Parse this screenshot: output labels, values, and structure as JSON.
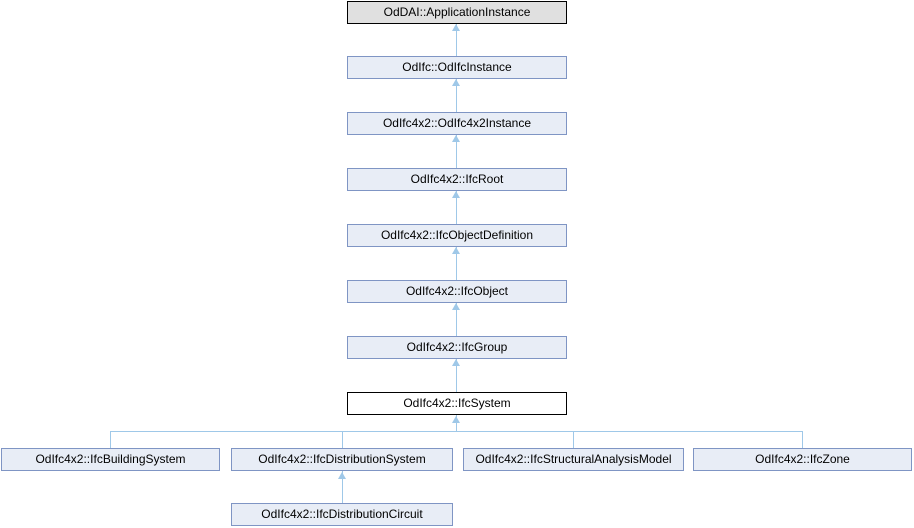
{
  "diagram": {
    "type": "class-inheritance-graph",
    "nodes": [
      {
        "id": "oddai-application-instance",
        "label": "OdDAI::ApplicationInstance",
        "kind": "root-base"
      },
      {
        "id": "odifc-odifcinstance",
        "label": "OdIfc::OdIfcInstance",
        "kind": "base"
      },
      {
        "id": "odifc4x2-odifc4x2instance",
        "label": "OdIfc4x2::OdIfc4x2Instance",
        "kind": "base"
      },
      {
        "id": "odifc4x2-ifcroot",
        "label": "OdIfc4x2::IfcRoot",
        "kind": "base"
      },
      {
        "id": "odifc4x2-ifcobjectdefinition",
        "label": "OdIfc4x2::IfcObjectDefinition",
        "kind": "base"
      },
      {
        "id": "odifc4x2-ifcobject",
        "label": "OdIfc4x2::IfcObject",
        "kind": "base"
      },
      {
        "id": "odifc4x2-ifcgroup",
        "label": "OdIfc4x2::IfcGroup",
        "kind": "base"
      },
      {
        "id": "odifc4x2-ifcsystem",
        "label": "OdIfc4x2::IfcSystem",
        "kind": "current"
      },
      {
        "id": "odifc4x2-ifcbuildingsystem",
        "label": "OdIfc4x2::IfcBuildingSystem",
        "kind": "derived"
      },
      {
        "id": "odifc4x2-ifcdistributionsystem",
        "label": "OdIfc4x2::IfcDistributionSystem",
        "kind": "derived"
      },
      {
        "id": "odifc4x2-ifcstructuralanalysismodel",
        "label": "OdIfc4x2::IfcStructuralAnalysisModel",
        "kind": "derived"
      },
      {
        "id": "odifc4x2-ifczone",
        "label": "OdIfc4x2::IfcZone",
        "kind": "derived"
      },
      {
        "id": "odifc4x2-ifcdistributioncircuit",
        "label": "OdIfc4x2::IfcDistributionCircuit",
        "kind": "derived-level2"
      }
    ],
    "edges": [
      {
        "from": "odifc-odifcinstance",
        "to": "oddai-application-instance"
      },
      {
        "from": "odifc4x2-odifc4x2instance",
        "to": "odifc-odifcinstance"
      },
      {
        "from": "odifc4x2-ifcroot",
        "to": "odifc4x2-odifc4x2instance"
      },
      {
        "from": "odifc4x2-ifcobjectdefinition",
        "to": "odifc4x2-ifcroot"
      },
      {
        "from": "odifc4x2-ifcobject",
        "to": "odifc4x2-ifcobjectdefinition"
      },
      {
        "from": "odifc4x2-ifcgroup",
        "to": "odifc4x2-ifcobject"
      },
      {
        "from": "odifc4x2-ifcsystem",
        "to": "odifc4x2-ifcgroup"
      },
      {
        "from": "odifc4x2-ifcbuildingsystem",
        "to": "odifc4x2-ifcsystem"
      },
      {
        "from": "odifc4x2-ifcdistributionsystem",
        "to": "odifc4x2-ifcsystem"
      },
      {
        "from": "odifc4x2-ifcstructuralanalysismodel",
        "to": "odifc4x2-ifcsystem"
      },
      {
        "from": "odifc4x2-ifczone",
        "to": "odifc4x2-ifcsystem"
      },
      {
        "from": "odifc4x2-ifcdistributioncircuit",
        "to": "odifc4x2-ifcdistributionsystem"
      }
    ]
  },
  "colors": {
    "node_fill": "#e8edf6",
    "node_border": "#7f95c4",
    "root_node_fill": "#e0e0e0",
    "root_node_border": "#000000",
    "current_node_fill": "#ffffff",
    "current_node_border": "#000000",
    "edge_line": "#9fc8e8",
    "text": "#000000",
    "background": "#ffffff"
  }
}
